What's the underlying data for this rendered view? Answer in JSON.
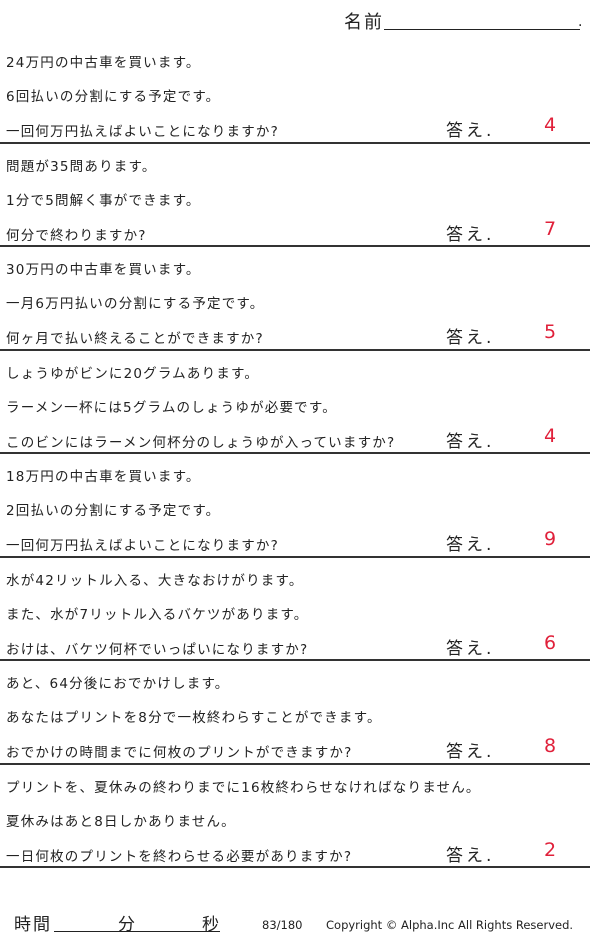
{
  "header": {
    "name_label": "名前",
    "name_end": "."
  },
  "answer_label": "答え.",
  "problems": [
    {
      "lines": [
        "24万円の中古車を買います。",
        "6回払いの分割にする予定です。",
        "一回何万円払えばよいことになりますか?"
      ],
      "answer": "4"
    },
    {
      "lines": [
        "問題が35問あります。",
        "1分で5問解く事ができます。",
        "何分で終わりますか?"
      ],
      "answer": "7"
    },
    {
      "lines": [
        "30万円の中古車を買います。",
        "一月6万円払いの分割にする予定です。",
        "何ヶ月で払い終えることができますか?"
      ],
      "answer": "5"
    },
    {
      "lines": [
        "しょうゆがビンに20グラムあります。",
        "ラーメン一杯には5グラムのしょうゆが必要です。",
        "このビンにはラーメン何杯分のしょうゆが入っていますか?"
      ],
      "answer": "4"
    },
    {
      "lines": [
        "18万円の中古車を買います。",
        "2回払いの分割にする予定です。",
        "一回何万円払えばよいことになりますか?"
      ],
      "answer": "9"
    },
    {
      "lines": [
        "水が42リットル入る、大きなおけがります。",
        "また、水が7リットル入るバケツがあります。",
        "おけは、バケツ何杯でいっぱいになりますか?"
      ],
      "answer": "6"
    },
    {
      "lines": [
        "あと、64分後におでかけします。",
        "あなたはプリントを8分で一枚終わらすことができます。",
        "おでかけの時間までに何枚のプリントができますか?"
      ],
      "answer": "8"
    },
    {
      "lines": [
        "プリントを、夏休みの終わりまでに16枚終わらせなければなりません。",
        "夏休みはあと8日しかありません。",
        "一日何枚のプリントを終わらせる必要がありますか?"
      ],
      "answer": "2"
    }
  ],
  "footer": {
    "time_label": "時間",
    "minutes_label": "分",
    "seconds_label": "秒",
    "page": "83/180",
    "copyright": "Copyright © Alpha.Inc All Rights Reserved."
  }
}
